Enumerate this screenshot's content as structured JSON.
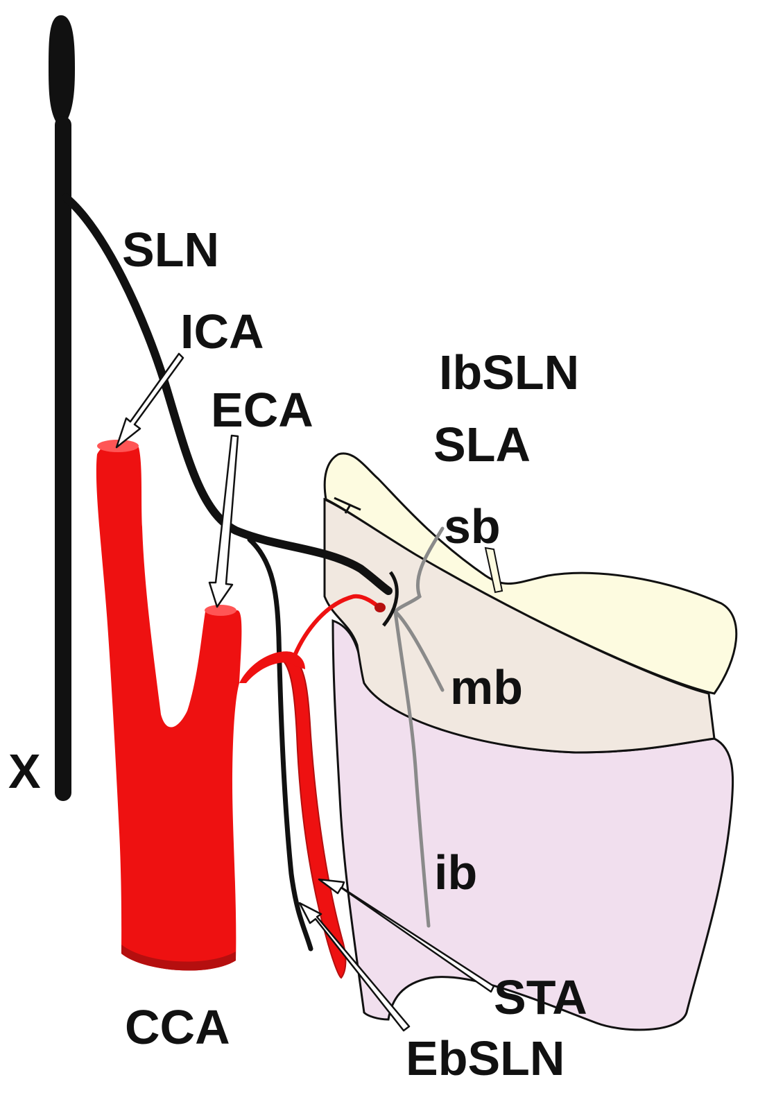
{
  "labels": {
    "x": "X",
    "sln": "SLN",
    "ica": "ICA",
    "eca": "ECA",
    "ibsln": "IbSLN",
    "sla": "SLA",
    "sb": "sb",
    "mb": "mb",
    "ib": "ib",
    "sta": "STA",
    "cca": "CCA",
    "ebsln": "EbSLN"
  },
  "colors": {
    "artery": "#ee1111",
    "artery_shadow": "#b50f0f",
    "nerve": "#111111",
    "upper_cartilage": "#fdfbe0",
    "middle_region": "#f1e8e0",
    "lower_region": "#f1dfee",
    "branch_line": "#8a8a8a",
    "outline": "#111111"
  }
}
